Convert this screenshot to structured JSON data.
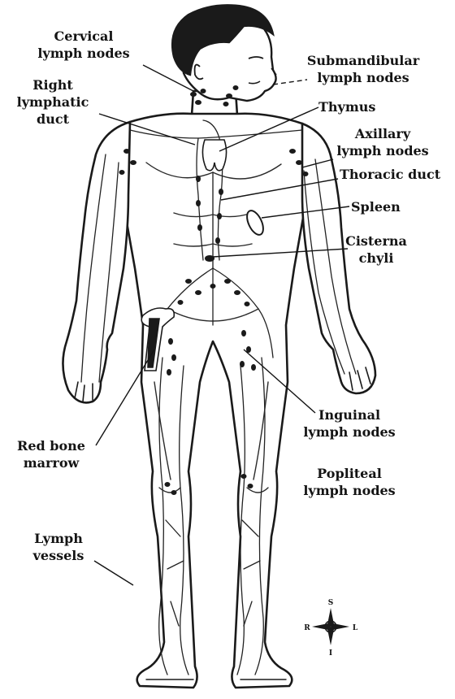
{
  "labels": {
    "cervical": [
      "Cervical",
      "lymph nodes"
    ],
    "right_lymphatic": [
      "Right",
      "lymphatic",
      "duct"
    ],
    "submandibular": [
      "Submandibular",
      "lymph nodes"
    ],
    "thymus": "Thymus",
    "axillary": [
      "Axillary",
      "lymph nodes"
    ],
    "thoracic": "Thoracic duct",
    "spleen": "Spleen",
    "cisterna": [
      "Cisterna",
      "chyli"
    ],
    "red_bone": [
      "Red bone",
      "marrow"
    ],
    "inguinal": [
      "Inguinal",
      "lymph nodes"
    ],
    "popliteal": [
      "Popliteal",
      "lymph nodes"
    ],
    "vessels": [
      "Lymph",
      "vessels"
    ]
  },
  "compass": {
    "n": "S",
    "w": "R",
    "e": "L",
    "s": "I"
  },
  "colors": {
    "ink": "#141414",
    "background": "#ffffff",
    "hair": "#1a1a1a"
  }
}
